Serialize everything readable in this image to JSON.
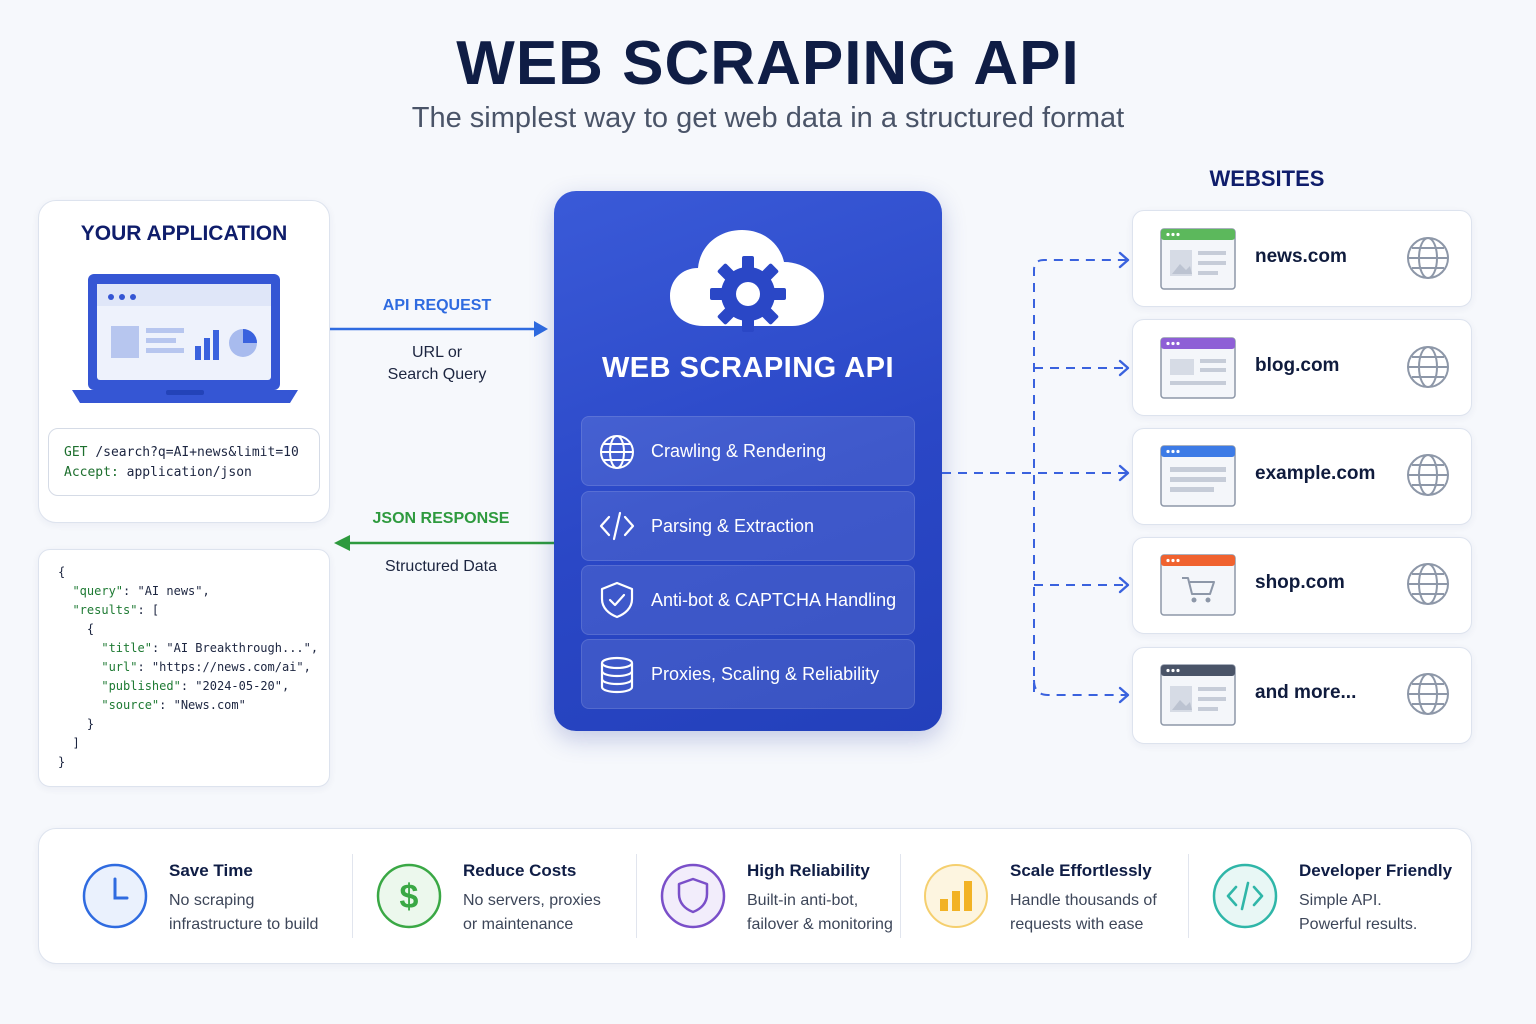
{
  "header": {
    "title": "WEB SCRAPING API",
    "subtitle": "The simplest way to get web data in a structured format"
  },
  "application": {
    "title": "YOUR APPLICATION",
    "request_line1_method": "GET",
    "request_line1_path": "/search?q=AI+news&limit=10",
    "request_line2_key": "Accept:",
    "request_line2_value": "application/json"
  },
  "request_arrow": {
    "label": "API REQUEST",
    "sub_line1": "URL or",
    "sub_line2": "Search Query",
    "color": "#2f6be0"
  },
  "response_arrow": {
    "label": "JSON RESPONSE",
    "sub": "Structured Data",
    "color": "#2e9a3e"
  },
  "json_response": {
    "lines": [
      {
        "indent": "",
        "key": "",
        "text": "{"
      },
      {
        "indent": "  ",
        "key": "\"query\"",
        "text": ": \"AI news\","
      },
      {
        "indent": "  ",
        "key": "\"results\"",
        "text": ": ["
      },
      {
        "indent": "    ",
        "key": "",
        "text": "{"
      },
      {
        "indent": "      ",
        "key": "\"title\"",
        "text": ": \"AI Breakthrough...\","
      },
      {
        "indent": "      ",
        "key": "\"url\"",
        "text": ": \"https://news.com/ai\","
      },
      {
        "indent": "      ",
        "key": "\"published\"",
        "text": ": \"2024-05-20\","
      },
      {
        "indent": "      ",
        "key": "\"source\"",
        "text": ": \"News.com\""
      },
      {
        "indent": "    ",
        "key": "",
        "text": "}"
      },
      {
        "indent": "  ",
        "key": "",
        "text": "]"
      },
      {
        "indent": "",
        "key": "",
        "text": "}"
      }
    ]
  },
  "api": {
    "title": "WEB SCRAPING API",
    "features": [
      {
        "label": "Crawling & Rendering",
        "icon": "globe-icon"
      },
      {
        "label": "Parsing & Extraction",
        "icon": "code-icon"
      },
      {
        "label": "Anti-bot & CAPTCHA Handling",
        "icon": "shield-check-icon"
      },
      {
        "label": "Proxies, Scaling & Reliability",
        "icon": "database-icon"
      }
    ]
  },
  "websites": {
    "title": "WEBSITES",
    "items": [
      {
        "label": "news.com",
        "accent": "#5cb85c"
      },
      {
        "label": "blog.com",
        "accent": "#8e5fd6"
      },
      {
        "label": "example.com",
        "accent": "#3d7be6"
      },
      {
        "label": "shop.com",
        "accent": "#f0622f"
      },
      {
        "label": "and more...",
        "accent": "#4a5468"
      }
    ]
  },
  "benefits": [
    {
      "title": "Save Time",
      "line1": "No scraping",
      "line2": "infrastructure to build",
      "icon": "clock-icon",
      "color": "#2f6be0"
    },
    {
      "title": "Reduce Costs",
      "line1": "No servers, proxies",
      "line2": "or maintenance",
      "icon": "dollar-icon",
      "color": "#3aa845"
    },
    {
      "title": "High Reliability",
      "line1": "Built-in anti-bot,",
      "line2": "failover & monitoring",
      "icon": "shield-icon",
      "color": "#7a4fc9"
    },
    {
      "title": "Scale Effortlessly",
      "line1": "Handle thousands of",
      "line2": "requests with ease",
      "icon": "bar-chart-icon",
      "color": "#f2b224"
    },
    {
      "title": "Developer Friendly",
      "line1": "Simple API.",
      "line2": "Powerful results.",
      "icon": "code-icon",
      "color": "#2fb6a8"
    }
  ]
}
